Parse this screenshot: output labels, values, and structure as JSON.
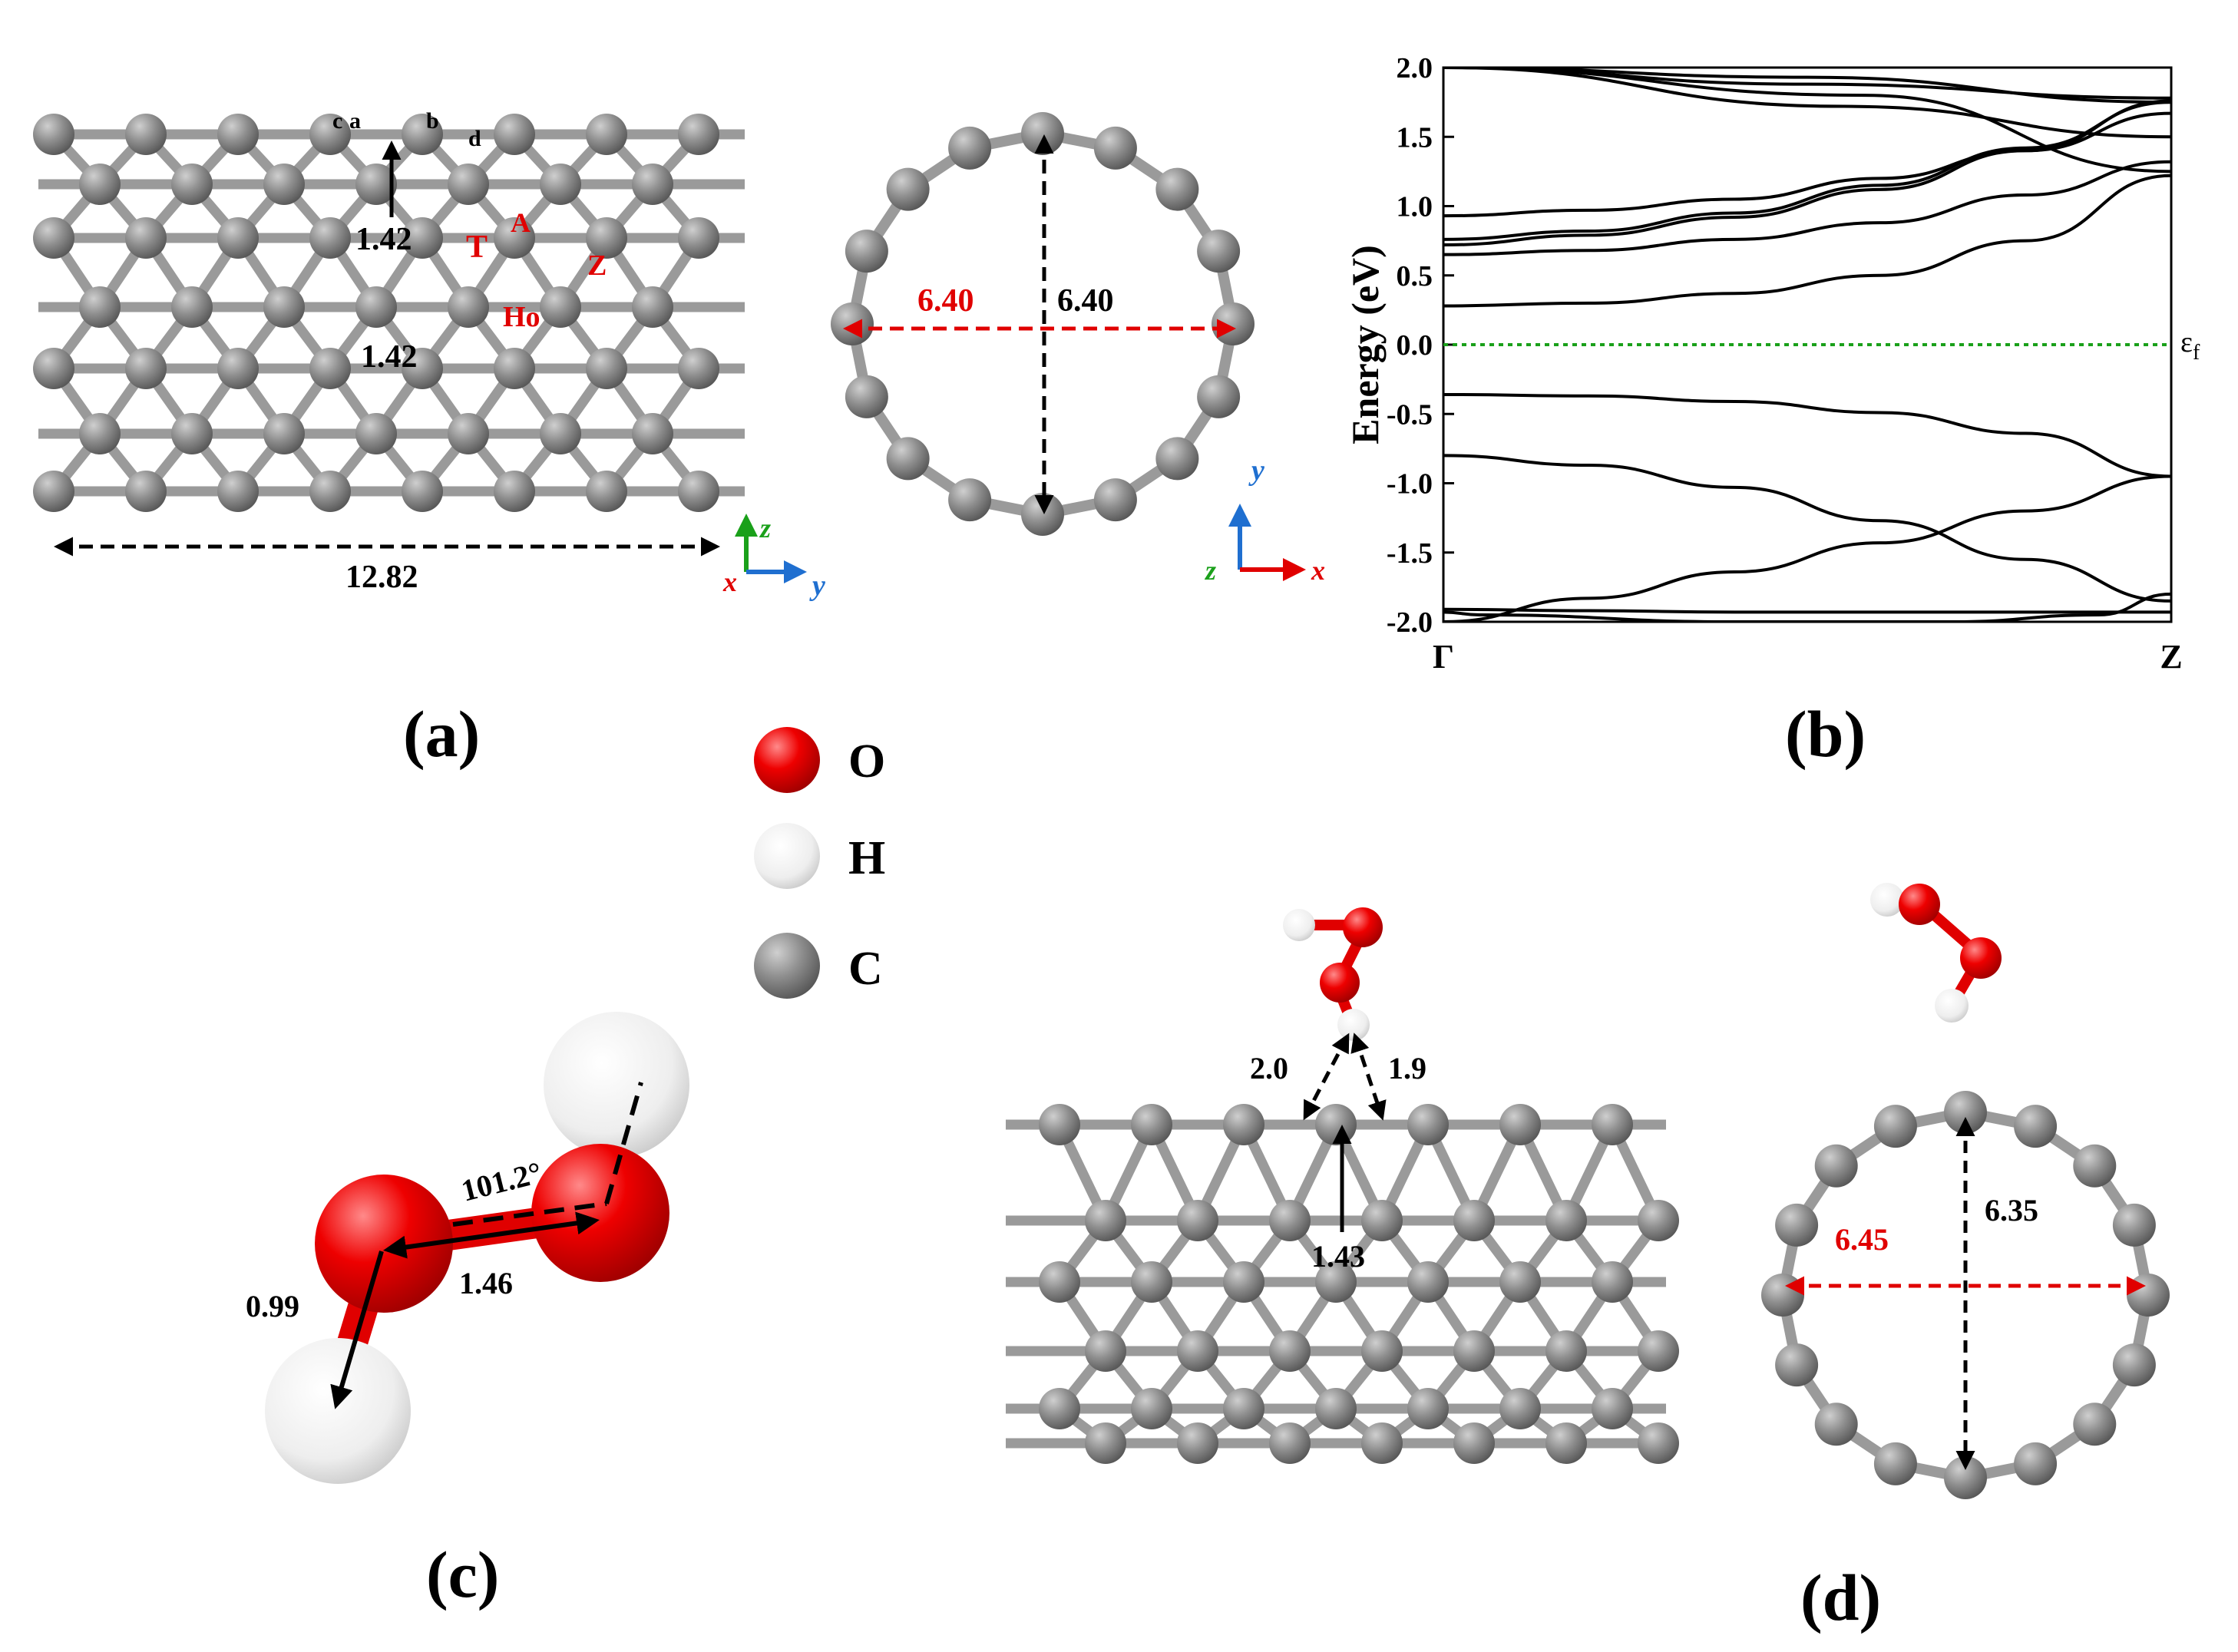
{
  "panel_labels": [
    "(a)",
    "(b)",
    "(c)",
    "(d)"
  ],
  "panel_a": {
    "site_letters": [
      "a",
      "b",
      "c",
      "d"
    ],
    "site_labels": [
      "T",
      "A",
      "Z",
      "Ho"
    ],
    "bond_top": "1.42",
    "bond_mid": "1.42",
    "length": "12.82",
    "diam_x": "6.40",
    "diam_y": "6.40",
    "axes_side": {
      "up": "z",
      "right": "y",
      "origin": "x"
    },
    "axes_end": {
      "up": "y",
      "right": "x",
      "origin": "z"
    }
  },
  "legend": [
    {
      "symbol": "O",
      "color": "#e00000"
    },
    {
      "symbol": "H",
      "color": "#f2f2f2"
    },
    {
      "symbol": "C",
      "color": "#8a8a8a"
    }
  ],
  "panel_c": {
    "oh_bond": "0.99",
    "oo_bond": "1.46",
    "angle": "101.2°"
  },
  "panel_d": {
    "dist_left": "2.0",
    "dist_right": "1.9",
    "cc_bond": "1.43",
    "diam_x": "6.45",
    "diam_y": "6.35"
  },
  "chart_data": {
    "type": "line",
    "ylabel": "Energy (eV)",
    "ylim": [
      -2.0,
      2.0
    ],
    "yticks": [
      "2.0",
      "1.5",
      "1.0",
      "0.5",
      "0.0",
      "-0.5",
      "-1.0",
      "-1.5",
      "-2.0"
    ],
    "xticks": [
      "Γ",
      "Z"
    ],
    "fermi_label": "εf",
    "fermi_level": 0.0,
    "series": [
      {
        "x": [
          0,
          0.5,
          1
        ],
        "values": [
          2.0,
          1.88,
          1.78
        ]
      },
      {
        "x": [
          0,
          0.5,
          1
        ],
        "values": [
          2.0,
          1.93,
          1.75
        ]
      },
      {
        "x": [
          0,
          0.55,
          1
        ],
        "values": [
          2.0,
          1.72,
          1.5
        ]
      },
      {
        "x": [
          0,
          0.58,
          1
        ],
        "values": [
          2.0,
          1.8,
          1.25
        ]
      },
      {
        "x": [
          0,
          0.2,
          0.4,
          0.6,
          0.8,
          1
        ],
        "values": [
          0.93,
          0.97,
          1.05,
          1.2,
          1.4,
          1.67
        ]
      },
      {
        "x": [
          0,
          0.2,
          0.4,
          0.6,
          0.8,
          1
        ],
        "values": [
          0.76,
          0.82,
          0.95,
          1.15,
          1.42,
          1.75
        ]
      },
      {
        "x": [
          0,
          0.2,
          0.4,
          0.6,
          0.8,
          1
        ],
        "values": [
          0.72,
          0.79,
          0.92,
          1.12,
          1.4,
          1.76
        ]
      },
      {
        "x": [
          0,
          0.2,
          0.4,
          0.6,
          0.8,
          1
        ],
        "values": [
          0.65,
          0.68,
          0.76,
          0.88,
          1.08,
          1.32
        ]
      },
      {
        "x": [
          0,
          0.2,
          0.4,
          0.6,
          0.8,
          1
        ],
        "values": [
          0.28,
          0.3,
          0.37,
          0.5,
          0.75,
          1.22
        ]
      },
      {
        "x": [
          0,
          0.2,
          0.4,
          0.6,
          0.8,
          1
        ],
        "values": [
          -0.36,
          -0.37,
          -0.41,
          -0.49,
          -0.64,
          -0.95
        ]
      },
      {
        "x": [
          0,
          0.2,
          0.4,
          0.6,
          0.8,
          1
        ],
        "values": [
          -0.8,
          -0.87,
          -1.03,
          -1.27,
          -1.55,
          -1.85
        ]
      },
      {
        "x": [
          0,
          0.2,
          0.4,
          0.6,
          0.8,
          1
        ],
        "values": [
          -2.0,
          -1.83,
          -1.64,
          -1.43,
          -1.2,
          -0.95
        ]
      },
      {
        "x": [
          0,
          0.2,
          0.4,
          0.6,
          0.8,
          1
        ],
        "values": [
          -1.91,
          -1.92,
          -1.93,
          -1.93,
          -1.93,
          -1.93
        ]
      },
      {
        "x": [
          0,
          0.05,
          0.4,
          0.7,
          0.9,
          1
        ],
        "values": [
          -1.93,
          -1.95,
          -2.0,
          -2.0,
          -1.95,
          -1.8
        ]
      }
    ]
  }
}
